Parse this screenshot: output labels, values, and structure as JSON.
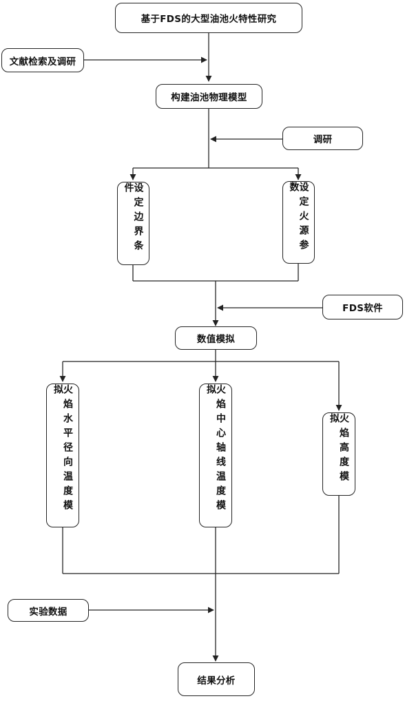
{
  "diagram": {
    "title": "基于FDS的大型油池火特性研究",
    "literature_review": "文献检索及调研",
    "build_model": "构建油池物理模型",
    "survey": "调研",
    "set_boundary": "设定边界条件",
    "set_fire_source": "设定火源参数",
    "fds_software": "FDS软件",
    "numerical_simulation": "数值模拟",
    "horizontal_radial_temp": "火焰水平径向温度模拟",
    "center_axis_temp": "火焰中心轴线温度模拟",
    "flame_height": "火焰高度模拟",
    "experimental_data": "实验数据",
    "result_analysis": "结果分析"
  }
}
